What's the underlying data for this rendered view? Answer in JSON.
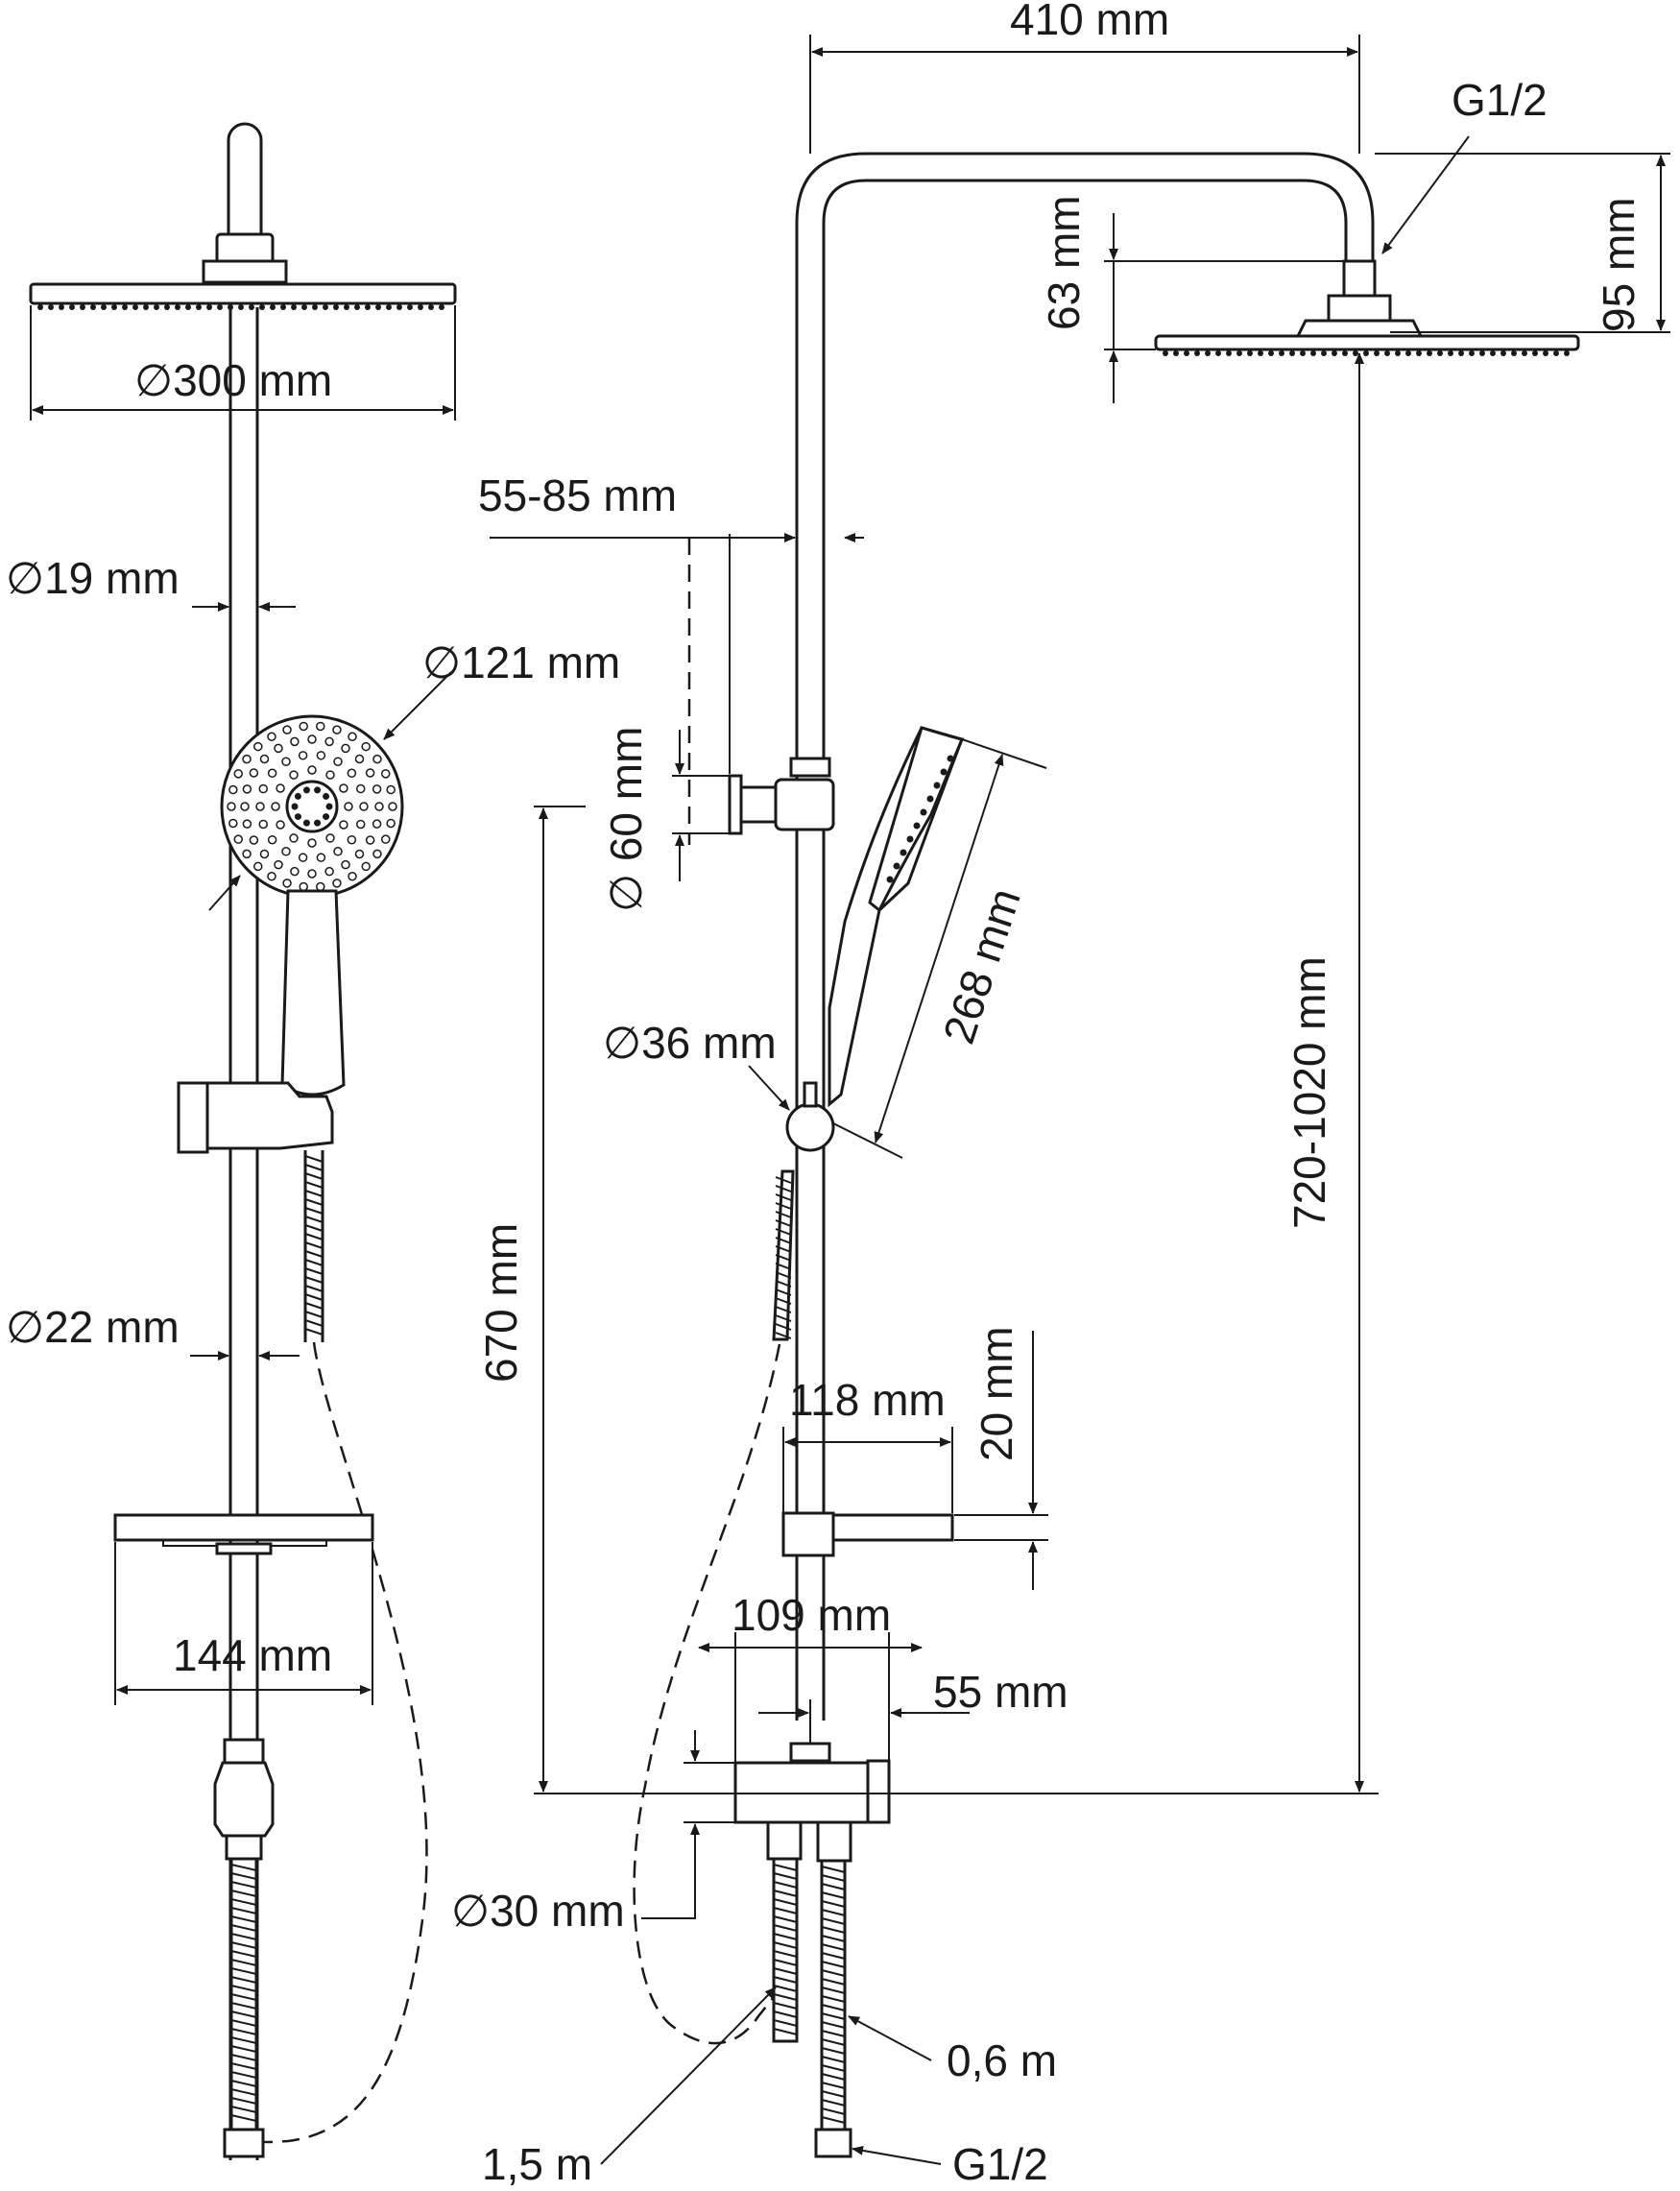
{
  "colors": {
    "line": "#1a1a1a",
    "background": "#ffffff"
  },
  "icons": [
    "diameter-symbol"
  ],
  "dimensions": {
    "head_diameter": "∅300 mm",
    "rail_top_diameter": "∅19 mm",
    "hand_shower_diameter": "∅121 mm",
    "rail_bottom_diameter": "∅22 mm",
    "shelf_width_front": "144 mm",
    "arm_length": "410 mm",
    "inlet_thread_top": "G1/2",
    "arm_drop": "95 mm",
    "head_height": "63 mm",
    "wall_distance": "55-85 mm",
    "bracket_diameter": "∅ 60 mm",
    "hand_shower_length": "268 mm",
    "holder_diameter": "∅36 mm",
    "total_height": "720-1020 mm",
    "lower_height": "670 mm",
    "shelf_depth": "118 mm",
    "shelf_thickness": "20 mm",
    "mixer_width": "109 mm",
    "mixer_offset": "55 mm",
    "mixer_diameter": "∅30 mm",
    "inlet_hose_length": "0,6 m",
    "hand_hose_length": "1,5 m",
    "inlet_thread_bottom": "G1/2"
  }
}
